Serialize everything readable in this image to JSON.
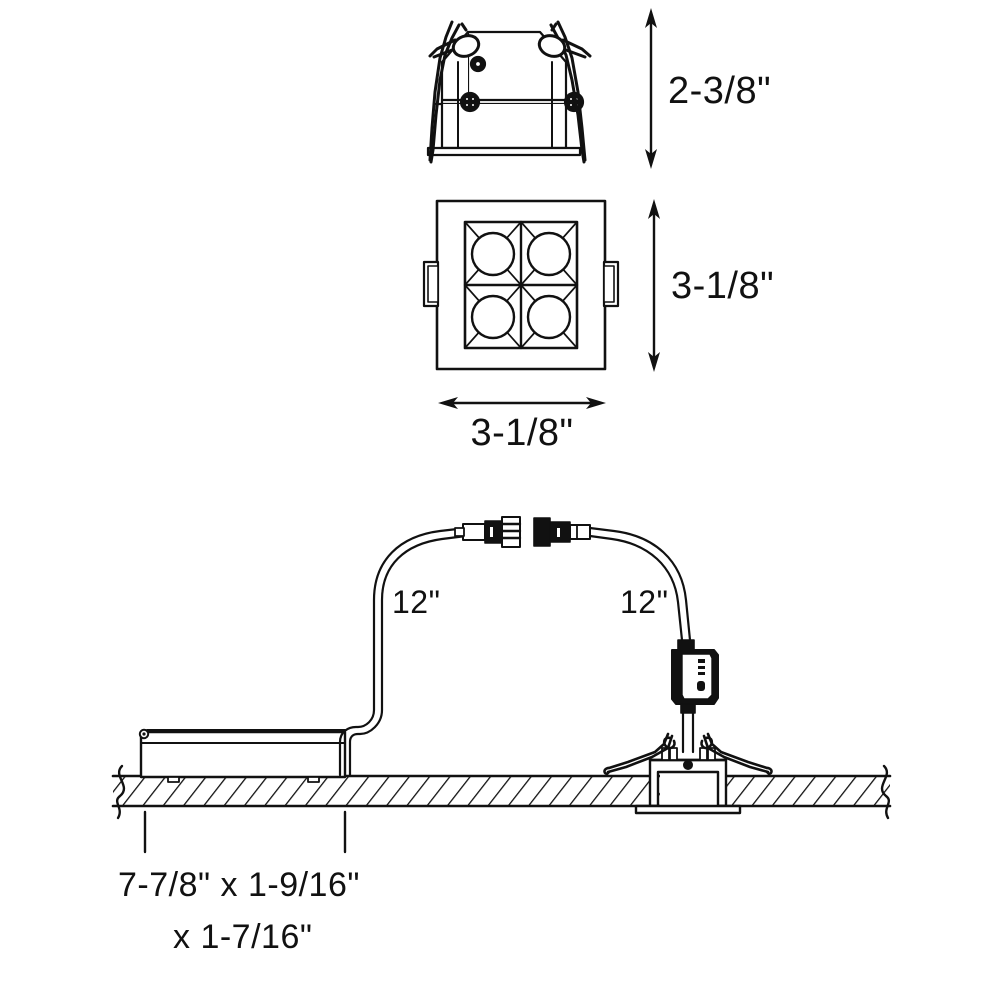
{
  "drawing": {
    "title": "Recessed Downlight Dimensional Drawing",
    "units": "inches",
    "line_color": "#111111",
    "fill_color": "#ffffff",
    "background": "#ffffff"
  },
  "views": {
    "side_housing": {
      "name": "Housing Side Elevation with Spring Clips",
      "dimension": {
        "label": "2-3/8\"",
        "orientation": "vertical",
        "measures": "housing height"
      }
    },
    "face_trim": {
      "name": "Square Trim Face View with 2x2 Optic Grid",
      "aperture_count": 4,
      "height_dimension": {
        "label": "3-1/8\"",
        "orientation": "vertical",
        "measures": "trim height"
      },
      "width_dimension": {
        "label": "3-1/8\"",
        "orientation": "horizontal",
        "measures": "trim width"
      }
    },
    "installation": {
      "name": "Ceiling Installation Section",
      "left_lead_label": "12\"",
      "right_lead_label": "12\"",
      "junction_box_note_line1": "7-7/8\" x 1-9/16\"",
      "junction_box_note_line2": "x 1-7/16\"",
      "components": [
        "junction-box",
        "quick-connect-male",
        "quick-connect-female",
        "led-driver",
        "recessed-housing",
        "spring-clips",
        "ceiling-section"
      ]
    }
  }
}
